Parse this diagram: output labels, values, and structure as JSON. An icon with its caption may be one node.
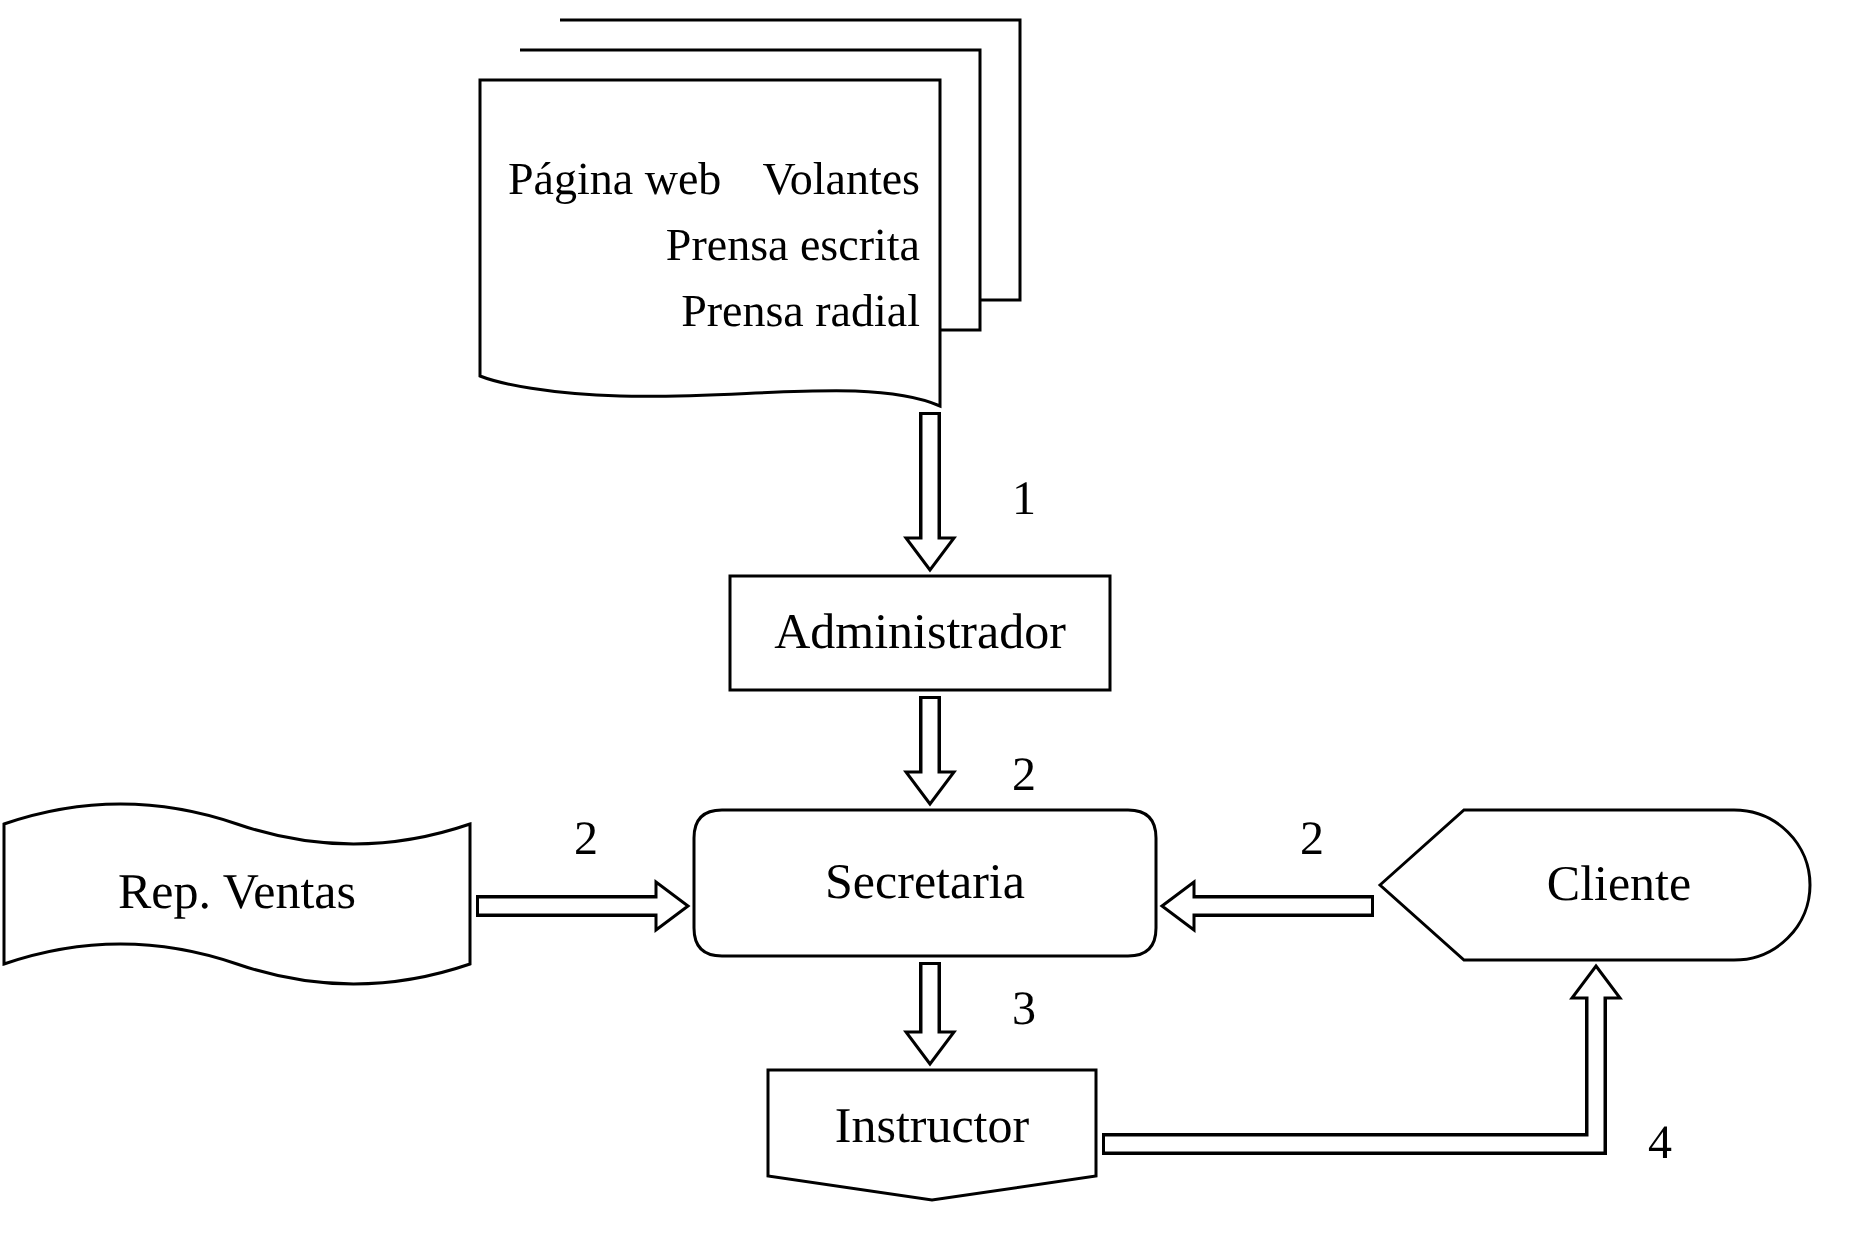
{
  "diagram": {
    "nodes": [
      {
        "text": [
          "Página web",
          "Volantes",
          "Prensa escrita",
          "Prensa radial"
        ]
      },
      {
        "text": [
          "Administrador"
        ]
      },
      {
        "text": [
          "Rep. Ventas"
        ]
      },
      {
        "text": [
          "Secretaria"
        ]
      },
      {
        "text": [
          "Cliente"
        ]
      },
      {
        "text": [
          "Instructor"
        ]
      }
    ],
    "edges": [
      {
        "from": 0,
        "to": 1,
        "arrow": "to",
        "label": "1"
      },
      {
        "from": 1,
        "to": 3,
        "arrow": "to",
        "label": "2"
      },
      {
        "from": 2,
        "to": 3,
        "arrow": "to",
        "label": "2"
      },
      {
        "from": 4,
        "to": 3,
        "arrow": "to",
        "label": "2"
      },
      {
        "from": 3,
        "to": 5,
        "arrow": "to",
        "label": "3"
      },
      {
        "from": 5,
        "to": 4,
        "arrow": "to",
        "label": "4"
      }
    ]
  }
}
